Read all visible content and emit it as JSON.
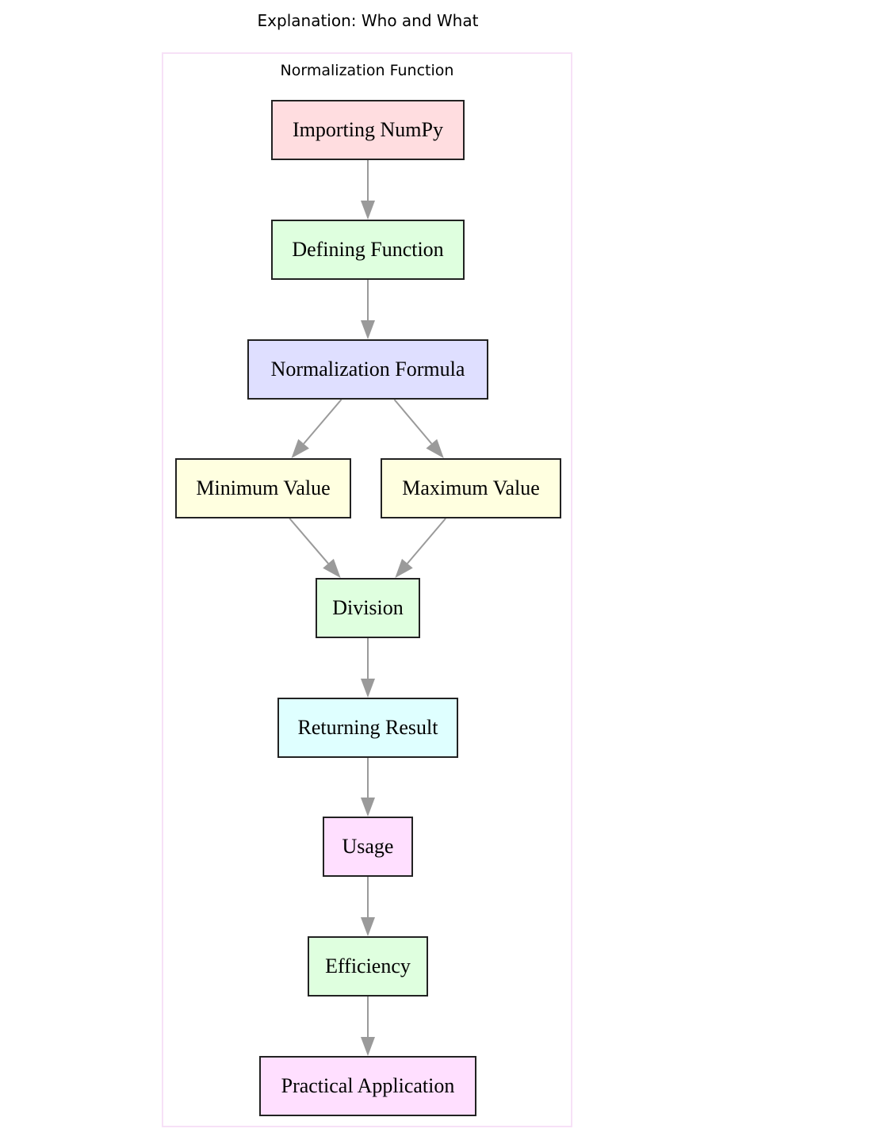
{
  "diagram": {
    "title": "Explanation: Who and What",
    "cluster_label": "Normalization Function",
    "colors": {
      "edge": "#9a9a9a",
      "node_border": "#222222",
      "cluster_border": "#f7e1f7"
    },
    "nodes": [
      {
        "id": "importing-numpy",
        "label": "Importing NumPy",
        "fill": "#ffdde0"
      },
      {
        "id": "defining-function",
        "label": "Defining Function",
        "fill": "#dfffdf"
      },
      {
        "id": "normalization-formula",
        "label": "Normalization Formula",
        "fill": "#dfdfff"
      },
      {
        "id": "minimum-value",
        "label": "Minimum Value",
        "fill": "#ffffe0"
      },
      {
        "id": "maximum-value",
        "label": "Maximum Value",
        "fill": "#ffffe0"
      },
      {
        "id": "division",
        "label": "Division",
        "fill": "#dfffdf"
      },
      {
        "id": "returning-result",
        "label": "Returning Result",
        "fill": "#dfffff"
      },
      {
        "id": "usage",
        "label": "Usage",
        "fill": "#ffdfff"
      },
      {
        "id": "efficiency",
        "label": "Efficiency",
        "fill": "#dfffdf"
      },
      {
        "id": "practical-application",
        "label": "Practical Application",
        "fill": "#ffdfff"
      }
    ],
    "edges": [
      {
        "from": "importing-numpy",
        "to": "defining-function"
      },
      {
        "from": "defining-function",
        "to": "normalization-formula"
      },
      {
        "from": "normalization-formula",
        "to": "minimum-value"
      },
      {
        "from": "normalization-formula",
        "to": "maximum-value"
      },
      {
        "from": "minimum-value",
        "to": "division"
      },
      {
        "from": "maximum-value",
        "to": "division"
      },
      {
        "from": "division",
        "to": "returning-result"
      },
      {
        "from": "returning-result",
        "to": "usage"
      },
      {
        "from": "usage",
        "to": "efficiency"
      },
      {
        "from": "efficiency",
        "to": "practical-application"
      }
    ]
  }
}
